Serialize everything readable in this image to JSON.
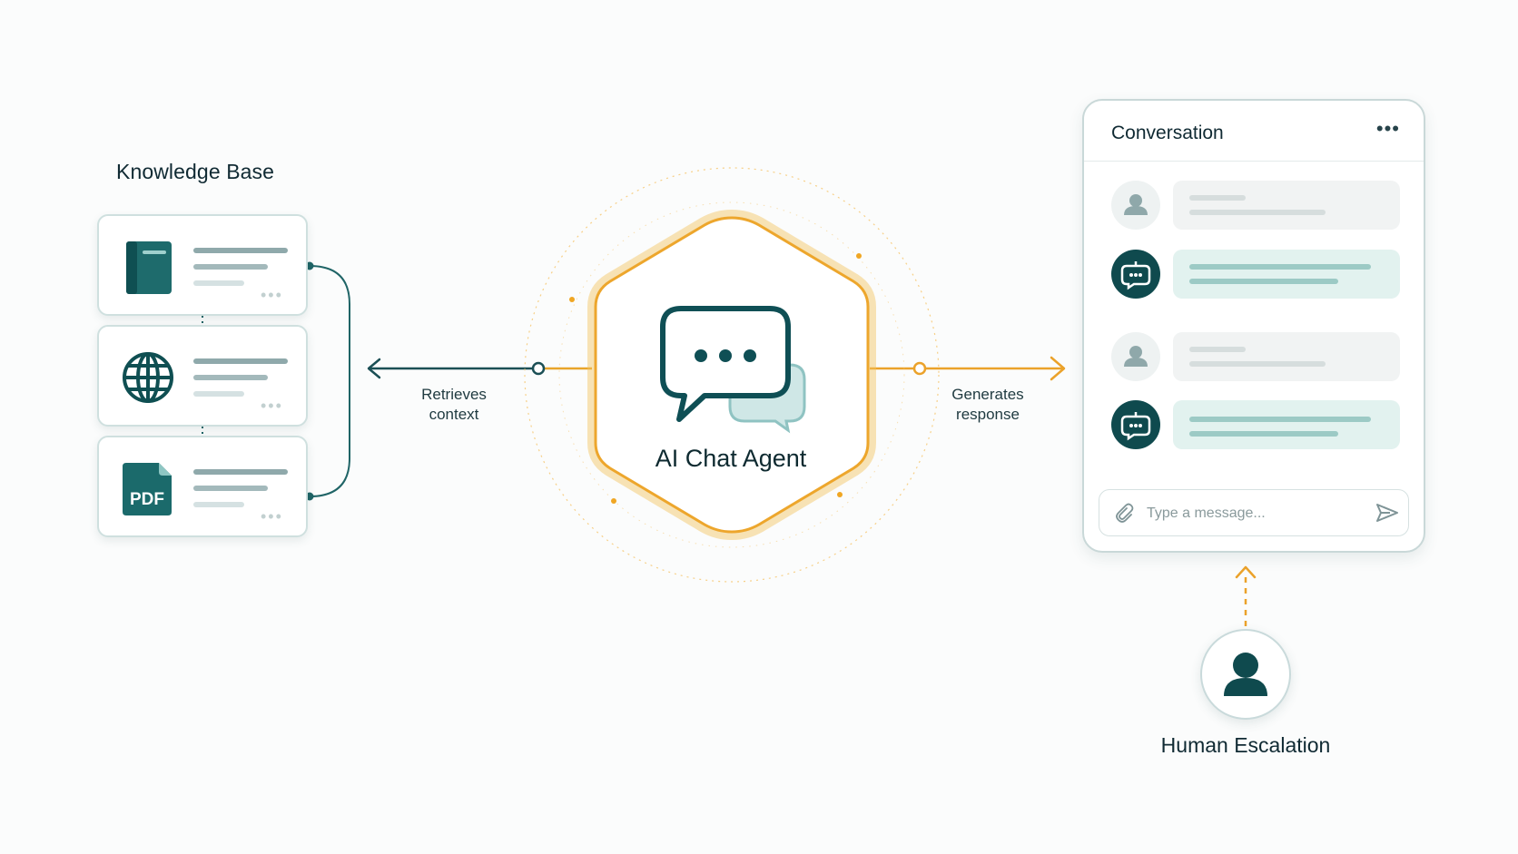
{
  "knowledge_base": {
    "title": "Knowledge Base",
    "sources": [
      {
        "icon": "book-icon"
      },
      {
        "icon": "globe-icon"
      },
      {
        "icon": "pdf-icon",
        "badge": "PDF"
      }
    ]
  },
  "flow": {
    "retrieve_label_line1": "Retrieves",
    "retrieve_label_line2": "context",
    "generate_label_line1": "Generates",
    "generate_label_line2": "response"
  },
  "agent": {
    "title": "AI Chat Agent",
    "icon": "chat-bubbles-icon"
  },
  "conversation": {
    "title": "Conversation",
    "menu": "•••",
    "messages": [
      {
        "sender": "user",
        "icon": "user-icon"
      },
      {
        "sender": "bot",
        "icon": "bot-icon"
      },
      {
        "sender": "user",
        "icon": "user-icon"
      },
      {
        "sender": "bot",
        "icon": "bot-icon"
      }
    ],
    "composer_placeholder": "Type a message..."
  },
  "escalation": {
    "label": "Human Escalation",
    "icon": "person-icon"
  },
  "colors": {
    "teal": "#0f5a5c",
    "orange": "#f0a623",
    "user_bubble": "#f1f3f3",
    "bot_bubble": "#e2f2ef"
  }
}
